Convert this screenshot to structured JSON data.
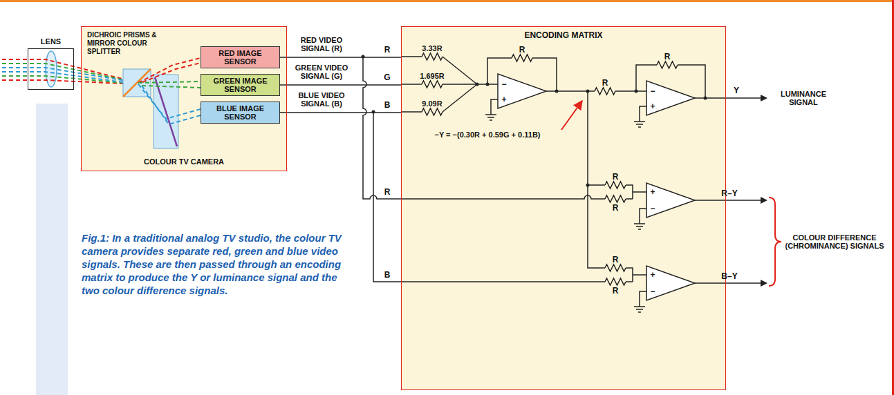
{
  "diagram": {
    "caption": "Fig.1: In a traditional analog TV studio, the colour TV camera provides separate red, green and blue video signals. These are then passed through an encoding matrix to produce the Y or luminance signal and the two colour difference signals.",
    "nodes": [
      {
        "text": [
          "LENS"
        ]
      },
      {
        "text": [
          "DICHROIC PRISMS & MIRROR COLOUR SPLITTER",
          "COLOUR TV CAMERA"
        ]
      },
      {
        "text": [
          "RED IMAGE SENSOR"
        ],
        "in": 1
      },
      {
        "text": [
          "GREEN IMAGE SENSOR"
        ],
        "in": 1
      },
      {
        "text": [
          "BLUE IMAGE SENSOR"
        ],
        "in": 1
      },
      {
        "text": [
          "ENCODING MATRIX"
        ]
      }
    ],
    "edges": [
      {
        "from": 2,
        "to": 5,
        "arrow": "none",
        "label": "RED VIDEO SIGNAL (R)"
      },
      {
        "from": 3,
        "to": 5,
        "arrow": "none",
        "label": "GREEN VIDEO SIGNAL (G)"
      },
      {
        "from": 4,
        "to": 5,
        "arrow": "none",
        "label": "BLUE VIDEO SIGNAL (B)"
      }
    ],
    "labels": [
      "R",
      "G",
      "B",
      "3.33R",
      "1.695R",
      "9.09R",
      "R",
      "−",
      "+",
      "R",
      "R",
      "−",
      "+",
      "Y",
      "LUMINANCE SIGNAL",
      "−Y = −(0.30R + 0.59G + 0.11B)",
      "R",
      "R",
      "R",
      "+",
      "−",
      "R–Y",
      "B",
      "R",
      "R",
      "+",
      "−",
      "B–Y",
      "COLOUR DIFFERENCE (CHROMINANCE) SIGNALS"
    ]
  }
}
